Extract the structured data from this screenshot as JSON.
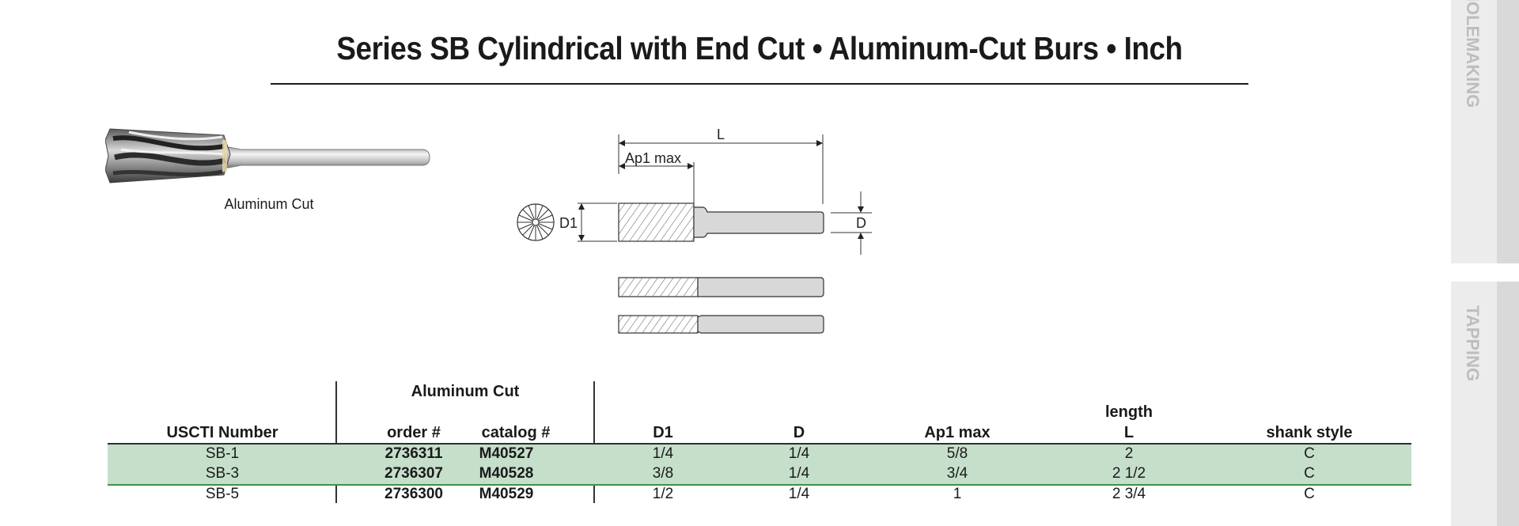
{
  "page": {
    "title": "Series SB Cylindrical with End Cut • Aluminum-Cut Burs • Inch"
  },
  "photo": {
    "caption": "Aluminum Cut"
  },
  "drawing": {
    "label_L": "L",
    "label_ap1": "Ap1 max",
    "label_d1": "D1",
    "label_d": "D"
  },
  "side_tabs": {
    "holemaking": "HOLEMAKING",
    "tapping": "TAPPING"
  },
  "table": {
    "group_header": "Aluminum Cut",
    "length_header": "length",
    "columns": {
      "uscti": "USCTI Number",
      "order": "order #",
      "catalog": "catalog #",
      "d1": "D1",
      "d": "D",
      "ap1": "Ap1 max",
      "l": "L",
      "shank": "shank style"
    },
    "rows": [
      {
        "uscti": "SB-1",
        "order": "2736311",
        "catalog": "M40527",
        "d1": "1/4",
        "d": "1/4",
        "ap1": "5/8",
        "l": "2",
        "shank": "C"
      },
      {
        "uscti": "SB-3",
        "order": "2736307",
        "catalog": "M40528",
        "d1": "3/8",
        "d": "1/4",
        "ap1": "3/4",
        "l": "2 1/2",
        "shank": "C"
      },
      {
        "uscti": "SB-5",
        "order": "2736300",
        "catalog": "M40529",
        "d1": "1/2",
        "d": "1/4",
        "ap1": "1",
        "l": "2 3/4",
        "shank": "C"
      }
    ]
  },
  "colors": {
    "row_highlight": "#c5dfca",
    "row_rule": "#3f8f4f",
    "tab_text": "#bdbdbd"
  }
}
